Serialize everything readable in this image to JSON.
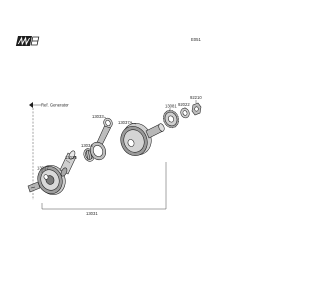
{
  "diagram": {
    "code": "E051",
    "ref_note": "Ref. Generator",
    "parts": [
      {
        "id": "p1",
        "number": "92210"
      },
      {
        "id": "p2",
        "number": "92022"
      },
      {
        "id": "p3",
        "number": "13081"
      },
      {
        "id": "p4",
        "number": "13037A"
      },
      {
        "id": "p5",
        "number": "13033"
      },
      {
        "id": "p6",
        "number": "13034"
      },
      {
        "id": "p7",
        "number": "13036"
      },
      {
        "id": "p8",
        "number": "13037"
      },
      {
        "id": "p9",
        "number": "13031"
      }
    ]
  },
  "colors": {
    "ink": "#1e1e1e",
    "metal_light": "#d4d4d4",
    "metal_mid": "#9a9a9a",
    "metal_dark": "#555555",
    "background": "#ffffff"
  },
  "icons": {
    "logo": "kawasaki-logo-icon",
    "reference_arrow": "reference-arrow-icon"
  }
}
